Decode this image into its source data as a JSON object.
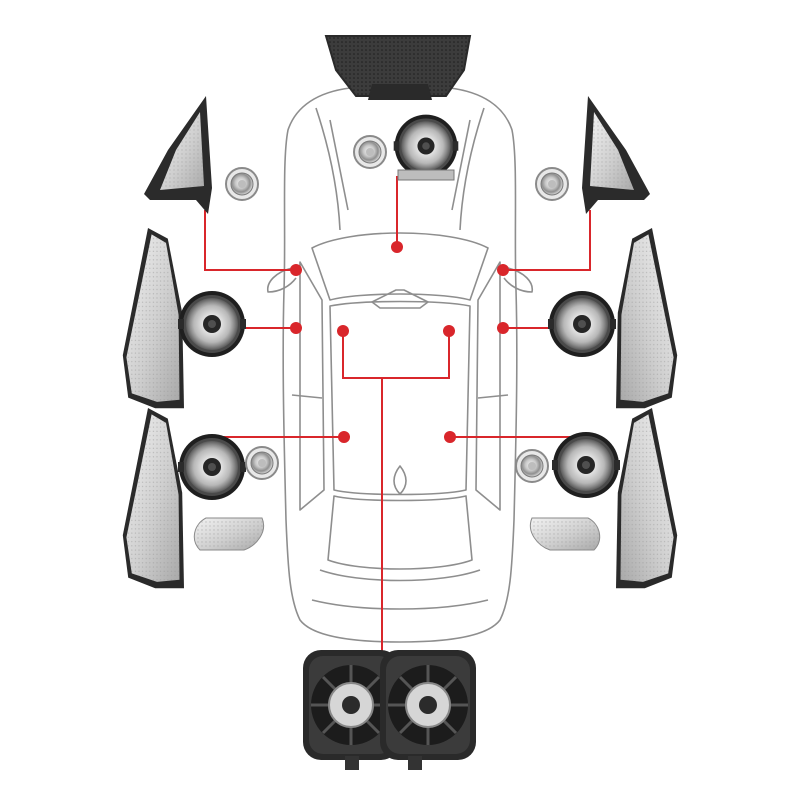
{
  "colors": {
    "background": "#ffffff",
    "car_outline": "#8e8e8e",
    "connector": "#d9262b",
    "speaker_body": "#2f2f2f",
    "speaker_cone": "#cfcfcf",
    "grille_panel": "#d8d8d8"
  },
  "diagram": {
    "subject": "car-top-view",
    "components": [
      {
        "id": "center-dash",
        "type": "center-speaker-with-grille",
        "icon": "center-speaker-icon"
      },
      {
        "id": "a-pillar-left",
        "type": "tweeter-trim-panel",
        "icon": "tweeter-panel-icon"
      },
      {
        "id": "a-pillar-right",
        "type": "tweeter-trim-panel",
        "icon": "tweeter-panel-icon"
      },
      {
        "id": "front-door-left",
        "type": "midrange-speaker-with-door-grille",
        "icon": "door-speaker-icon"
      },
      {
        "id": "front-door-right",
        "type": "midrange-speaker-with-door-grille",
        "icon": "door-speaker-icon"
      },
      {
        "id": "rear-door-left",
        "type": "speaker-tweeter-grille-set",
        "icon": "door-speaker-icon"
      },
      {
        "id": "rear-door-right",
        "type": "speaker-tweeter-grille-set",
        "icon": "door-speaker-icon"
      },
      {
        "id": "under-seat",
        "type": "dual-subwoofer",
        "icon": "subwoofer-icon"
      }
    ]
  }
}
